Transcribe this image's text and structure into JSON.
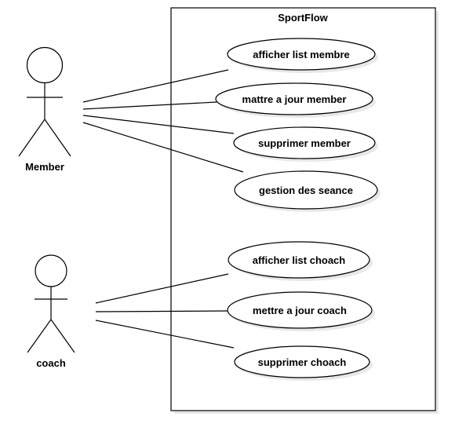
{
  "system": {
    "title": "SportFlow"
  },
  "actors": [
    {
      "id": "member",
      "label": "Member"
    },
    {
      "id": "coach",
      "label": "coach"
    }
  ],
  "use_cases": [
    {
      "id": "uc1",
      "label": "afficher list membre",
      "actor": "member"
    },
    {
      "id": "uc2",
      "label": "mattre a jour member",
      "actor": "member"
    },
    {
      "id": "uc3",
      "label": "supprimer member",
      "actor": "member"
    },
    {
      "id": "uc4",
      "label": "gestion des seance",
      "actor": "member"
    },
    {
      "id": "uc5",
      "label": "afficher list choach",
      "actor": "coach"
    },
    {
      "id": "uc6",
      "label": "mettre a jour coach",
      "actor": "coach"
    },
    {
      "id": "uc7",
      "label": "supprimer choach",
      "actor": "coach"
    }
  ]
}
